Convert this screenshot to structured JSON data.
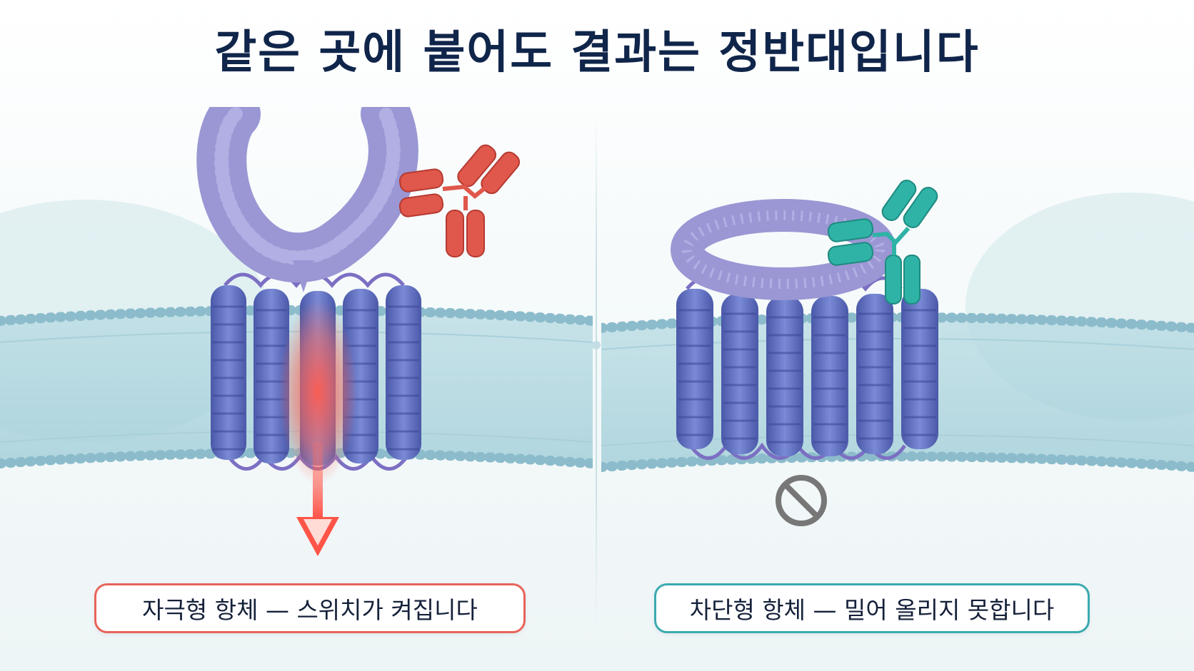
{
  "title": "같은 곳에 붙어도 결과는 정반대입니다",
  "left_panel": {
    "caption": "자극형 항체 — 스위치가 켜집니다",
    "accent_color": "#e8564a",
    "antibody_color": "#e0574b",
    "effect": "signal-arrow-down"
  },
  "right_panel": {
    "caption": "차단형 항체 — 밀어 올리지 못합니다",
    "accent_color": "#2fa9a3",
    "antibody_color": "#2fb3a6",
    "effect": "prohibited-icon"
  },
  "colors": {
    "title": "#10254a",
    "receptor": "#5c6fbf",
    "ligand": "#9a97d4",
    "membrane": "#8fc3cf"
  }
}
